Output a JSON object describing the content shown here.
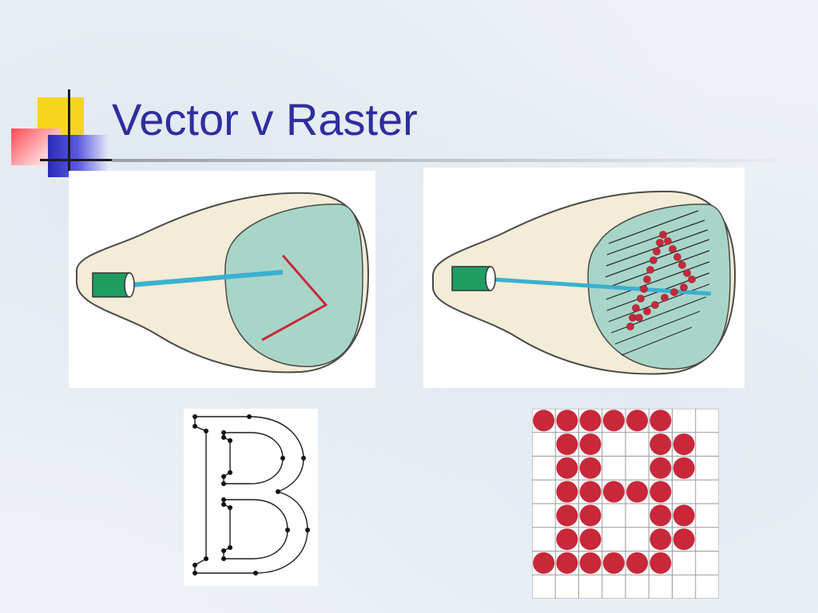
{
  "slide": {
    "title": "Vector v Raster",
    "accent_color": "#2e2e9e"
  },
  "figures": [
    {
      "id": "vector-crt",
      "description_icon": "crt-vector-display-icon"
    },
    {
      "id": "raster-crt",
      "description_icon": "crt-raster-display-icon"
    },
    {
      "id": "vector-letter",
      "letter": "B"
    },
    {
      "id": "raster-letter",
      "letter": "B",
      "grid_cols": 8,
      "grid_rows": 8
    }
  ],
  "colors": {
    "screen": "#a9d5c9",
    "tube": "#f3ecd6",
    "beam": "#3ab0d0",
    "trace": "#c8283a",
    "gun": "#1f9e62"
  }
}
